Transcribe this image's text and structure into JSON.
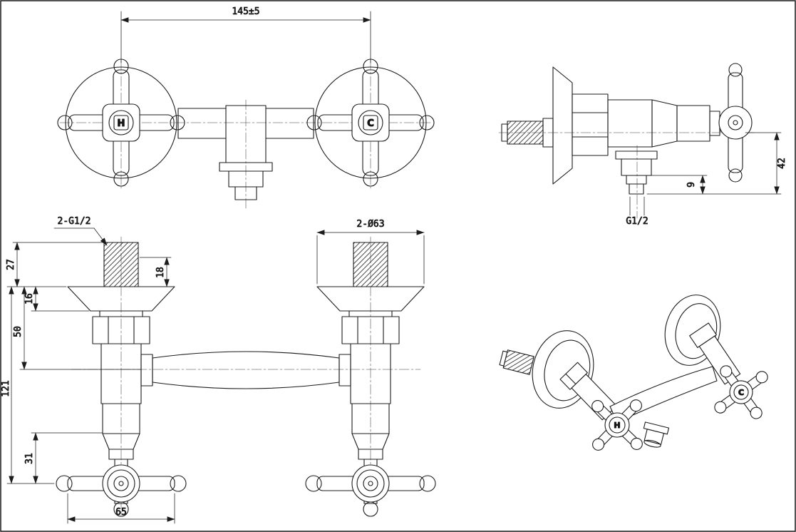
{
  "document": {
    "type": "technical-drawing",
    "subject": "wall-mounted shower mixer valve with cross handles, four orthographic/perspective views",
    "background": "#ffffff",
    "line_color": "#1c1c1c"
  },
  "markers": {
    "hot": "H",
    "cold": "C"
  },
  "dimensions": {
    "center_distance": "145±5",
    "side_height": "42",
    "outlet_offset": "9",
    "outlet_thread": "G1/2",
    "inlet_threads": "2-G1/2",
    "escutcheon_diameter": "2-Ø63",
    "thread_length": "27",
    "stud_length": "18",
    "flange_depth": "16",
    "body_depth": "50",
    "total_depth": "121",
    "handle_depth": "31",
    "handle_width": "65"
  }
}
